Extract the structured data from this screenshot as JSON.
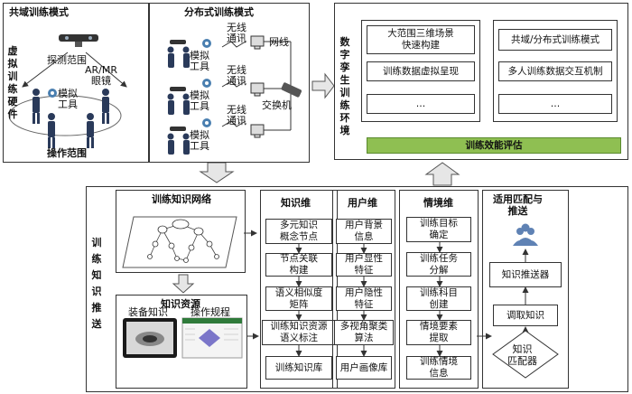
{
  "hardware": {
    "shared_mode": "共域训练模式",
    "side_label": "虚拟训练硬件",
    "detect_range": "探测范围",
    "ar_mr": "AR/MR\n眼镜",
    "sim_tool": "模拟\n工具",
    "op_range": "操作范围"
  },
  "distributed": {
    "title": "分布式训练模式",
    "sim_tool": "模拟\n工具",
    "wireless": "无线\n通讯",
    "wired": "网线",
    "switch": "交换机"
  },
  "twin": {
    "side_label": "数字孪生训练环境",
    "left_items": [
      "大范围三维场景\n快速构建",
      "训练数据虚拟呈现",
      "…"
    ],
    "right_items": [
      "共域/分布式训练模式",
      "多人训练数据交互机制",
      "…"
    ],
    "eval": "训练效能评估"
  },
  "push": {
    "side_label": "训练知识推送",
    "network_title": "训练知识网络",
    "resource_title": "知识资源",
    "equip": "装备知识",
    "procedure": "操作规程",
    "knowledge_dim": {
      "title": "知识维",
      "items": [
        "多元知识\n概念节点",
        "节点关联\n构建",
        "语义相似度\n矩阵",
        "训练知识资源\n语义标注",
        "训练知识库"
      ]
    },
    "user_dim": {
      "title": "用户维",
      "items": [
        "用户背景\n信息",
        "用户显性\n特征",
        "用户隐性\n特征",
        "多视角聚类\n算法",
        "用户画像库"
      ]
    },
    "context_dim": {
      "title": "情境维",
      "items": [
        "训练目标\n确定",
        "训练任务\n分解",
        "训练科目\n创建",
        "情境要素\n提取",
        "训练情境\n信息"
      ]
    },
    "match": {
      "title": "适用匹配与\n推送",
      "pusher": "知识推送器",
      "fetch": "调取知识",
      "matcher": "知识\n匹配器"
    }
  }
}
